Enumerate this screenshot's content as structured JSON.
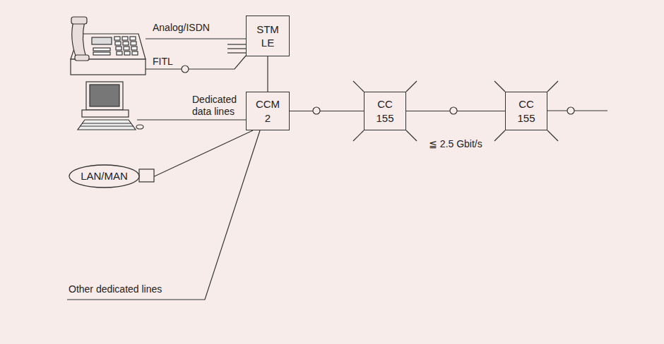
{
  "diagram": {
    "nodes": [
      {
        "text": [
          "STM LE"
        ]
      },
      {
        "text": [
          "CCM 2"
        ]
      },
      {
        "text": [
          "CC 155"
        ]
      },
      {
        "text": [
          "CC 155"
        ]
      },
      {
        "text": [
          "LAN/MAN"
        ]
      }
    ],
    "edges": [
      {
        "from": 0,
        "to": 1,
        "arrow": "none"
      },
      {
        "from": 1,
        "to": 2,
        "arrow": "none"
      },
      {
        "from": 2,
        "to": 3,
        "label": "≦ 2.5 Gbit/s",
        "arrow": "none"
      },
      {
        "from": 4,
        "to": 1,
        "arrow": "none"
      }
    ],
    "labels": [
      "Analog/ISDN",
      "FITL",
      "Dedicated data lines",
      "Other dedicated lines"
    ]
  }
}
